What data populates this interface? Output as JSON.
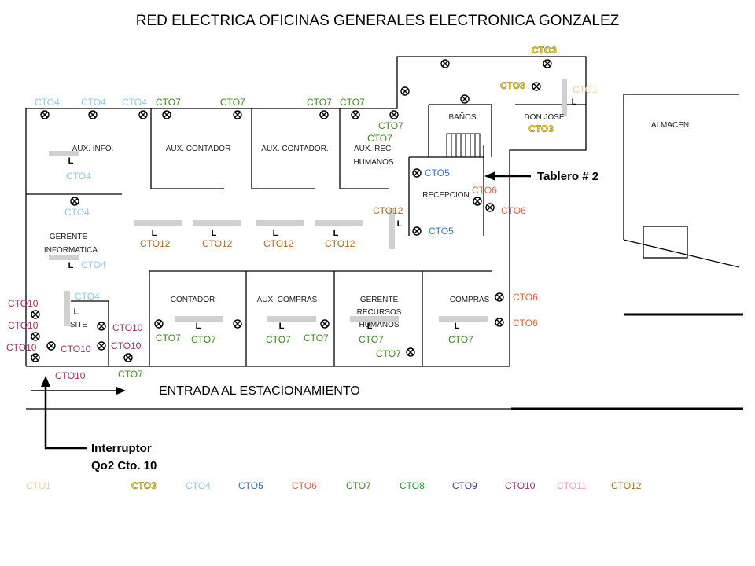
{
  "title": "RED ELECTRICA OFICINAS GENERALES ELECTRONICA GONZALEZ",
  "rooms": [
    {
      "id": "aux-info",
      "label": "AUX. INFO."
    },
    {
      "id": "aux-contador-1",
      "label": "AUX. CONTADOR"
    },
    {
      "id": "aux-contador-2",
      "label": "AUX. CONTADOR."
    },
    {
      "id": "aux-rec-1",
      "label": "AUX. REC."
    },
    {
      "id": "aux-rec-2",
      "label": "HUMANOS"
    },
    {
      "id": "banos",
      "label": "BAÑOS"
    },
    {
      "id": "don-jose",
      "label": "DON JOSE"
    },
    {
      "id": "almacen",
      "label": "ALMACEN"
    },
    {
      "id": "recepcion",
      "label": "RECEPCION"
    },
    {
      "id": "gerente-1",
      "label": "GERENTE"
    },
    {
      "id": "gerente-2",
      "label": "INFORMATICA"
    },
    {
      "id": "site",
      "label": "SITE"
    },
    {
      "id": "contador",
      "label": "CONTADOR"
    },
    {
      "id": "aux-compras",
      "label": "AUX. COMPRAS"
    },
    {
      "id": "grh-1",
      "label": "GERENTE"
    },
    {
      "id": "grh-2",
      "label": "RECURSOS"
    },
    {
      "id": "grh-3",
      "label": "HUMANOS"
    },
    {
      "id": "compras",
      "label": "COMPRAS"
    }
  ],
  "circuit_labels": [
    "CTO4",
    "CTO4",
    "CTO4",
    "CTO7",
    "CTO7",
    "CTO7",
    "CTO7",
    "CTO3",
    "CTO3",
    "CTO3",
    "CTO1",
    "CTO7",
    "CTO7",
    "CTO4",
    "CTO4",
    "CTO4",
    "CTO4",
    "CTO5",
    "CTO5",
    "CTO6",
    "CTO6",
    "CTO12",
    "CTO12",
    "CTO12",
    "CTO12",
    "CTO12",
    "CTO10",
    "CTO10",
    "CTO10",
    "CTO10",
    "CTO10",
    "CTO10",
    "CTO10",
    "CTO7",
    "CTO7",
    "CTO7",
    "CTO7",
    "CTO7",
    "CTO7",
    "CTO7",
    "CTO7",
    "CTO6",
    "CTO6"
  ],
  "tablero_label": "Tablero # 2",
  "entrance_label": "ENTRADA AL ESTACIONAMIENTO",
  "switch_label": {
    "line1": "Interruptor",
    "line2": "Qo2 Cto. 10"
  },
  "lamp_symbol": "L",
  "legend": [
    {
      "label": "CTO1",
      "color": "#f5c9a0"
    },
    {
      "label": "CTO3",
      "color": "#e8d02a"
    },
    {
      "label": "CTO4",
      "color": "#8cc8ea"
    },
    {
      "label": "CTO5",
      "color": "#2f6fc0"
    },
    {
      "label": "CTO6",
      "color": "#e0623a"
    },
    {
      "label": "CTO7",
      "color": "#3a8a1c"
    },
    {
      "label": "CTO8",
      "color": "#2aa030"
    },
    {
      "label": "CTO9",
      "color": "#3a3a9a"
    },
    {
      "label": "CTO10",
      "color": "#a0305a"
    },
    {
      "label": "CTO11",
      "color": "#e89ad8"
    },
    {
      "label": "CTO12",
      "color": "#b06a20"
    }
  ],
  "colors": {
    "CTO1": "#f5c9a0",
    "CTO3": "#e8d02a",
    "CTO4": "#8cc8ea",
    "CTO5": "#2f6fc0",
    "CTO6": "#e0623a",
    "CTO7": "#3a8a1c",
    "CTO10": "#a0305a",
    "CTO12": "#b06a20",
    "wall": "#000000",
    "lamp": "#d0d0d0"
  }
}
